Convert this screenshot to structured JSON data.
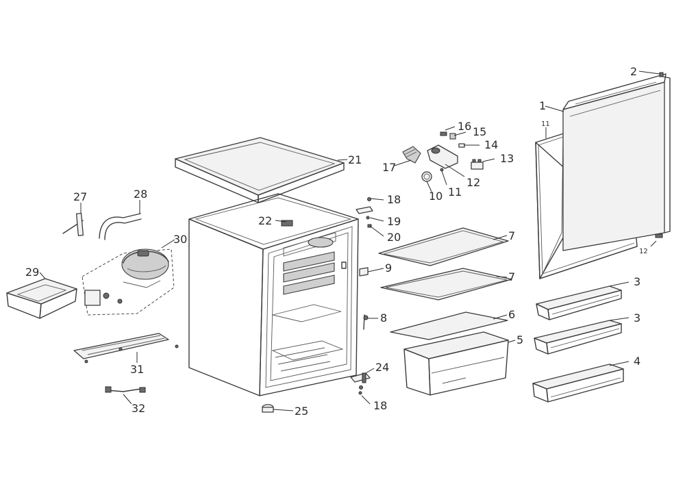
{
  "callouts": [
    {
      "id": "c1",
      "label": "1"
    },
    {
      "id": "c2",
      "label": "2"
    },
    {
      "id": "c3a",
      "label": "3"
    },
    {
      "id": "c3b",
      "label": "3"
    },
    {
      "id": "c4",
      "label": "4"
    },
    {
      "id": "c5",
      "label": "5"
    },
    {
      "id": "c6",
      "label": "6"
    },
    {
      "id": "c7a",
      "label": "7"
    },
    {
      "id": "c7b",
      "label": "7"
    },
    {
      "id": "c8",
      "label": "8"
    },
    {
      "id": "c9",
      "label": "9"
    },
    {
      "id": "c10",
      "label": "10"
    },
    {
      "id": "c11a",
      "label": "11"
    },
    {
      "id": "c11b",
      "label": "11"
    },
    {
      "id": "c12a",
      "label": "12"
    },
    {
      "id": "c12b",
      "label": "12"
    },
    {
      "id": "c13",
      "label": "13"
    },
    {
      "id": "c14",
      "label": "14"
    },
    {
      "id": "c15",
      "label": "15"
    },
    {
      "id": "c16",
      "label": "16"
    },
    {
      "id": "c17",
      "label": "17"
    },
    {
      "id": "c18a",
      "label": "18"
    },
    {
      "id": "c18b",
      "label": "18"
    },
    {
      "id": "c19",
      "label": "19"
    },
    {
      "id": "c20",
      "label": "20"
    },
    {
      "id": "c21",
      "label": "21"
    },
    {
      "id": "c22",
      "label": "22"
    },
    {
      "id": "c24",
      "label": "24"
    },
    {
      "id": "c25",
      "label": "25"
    },
    {
      "id": "c27",
      "label": "27"
    },
    {
      "id": "c28",
      "label": "28"
    },
    {
      "id": "c29",
      "label": "29"
    },
    {
      "id": "c30",
      "label": "30"
    },
    {
      "id": "c31",
      "label": "31"
    },
    {
      "id": "c32",
      "label": "32"
    }
  ]
}
